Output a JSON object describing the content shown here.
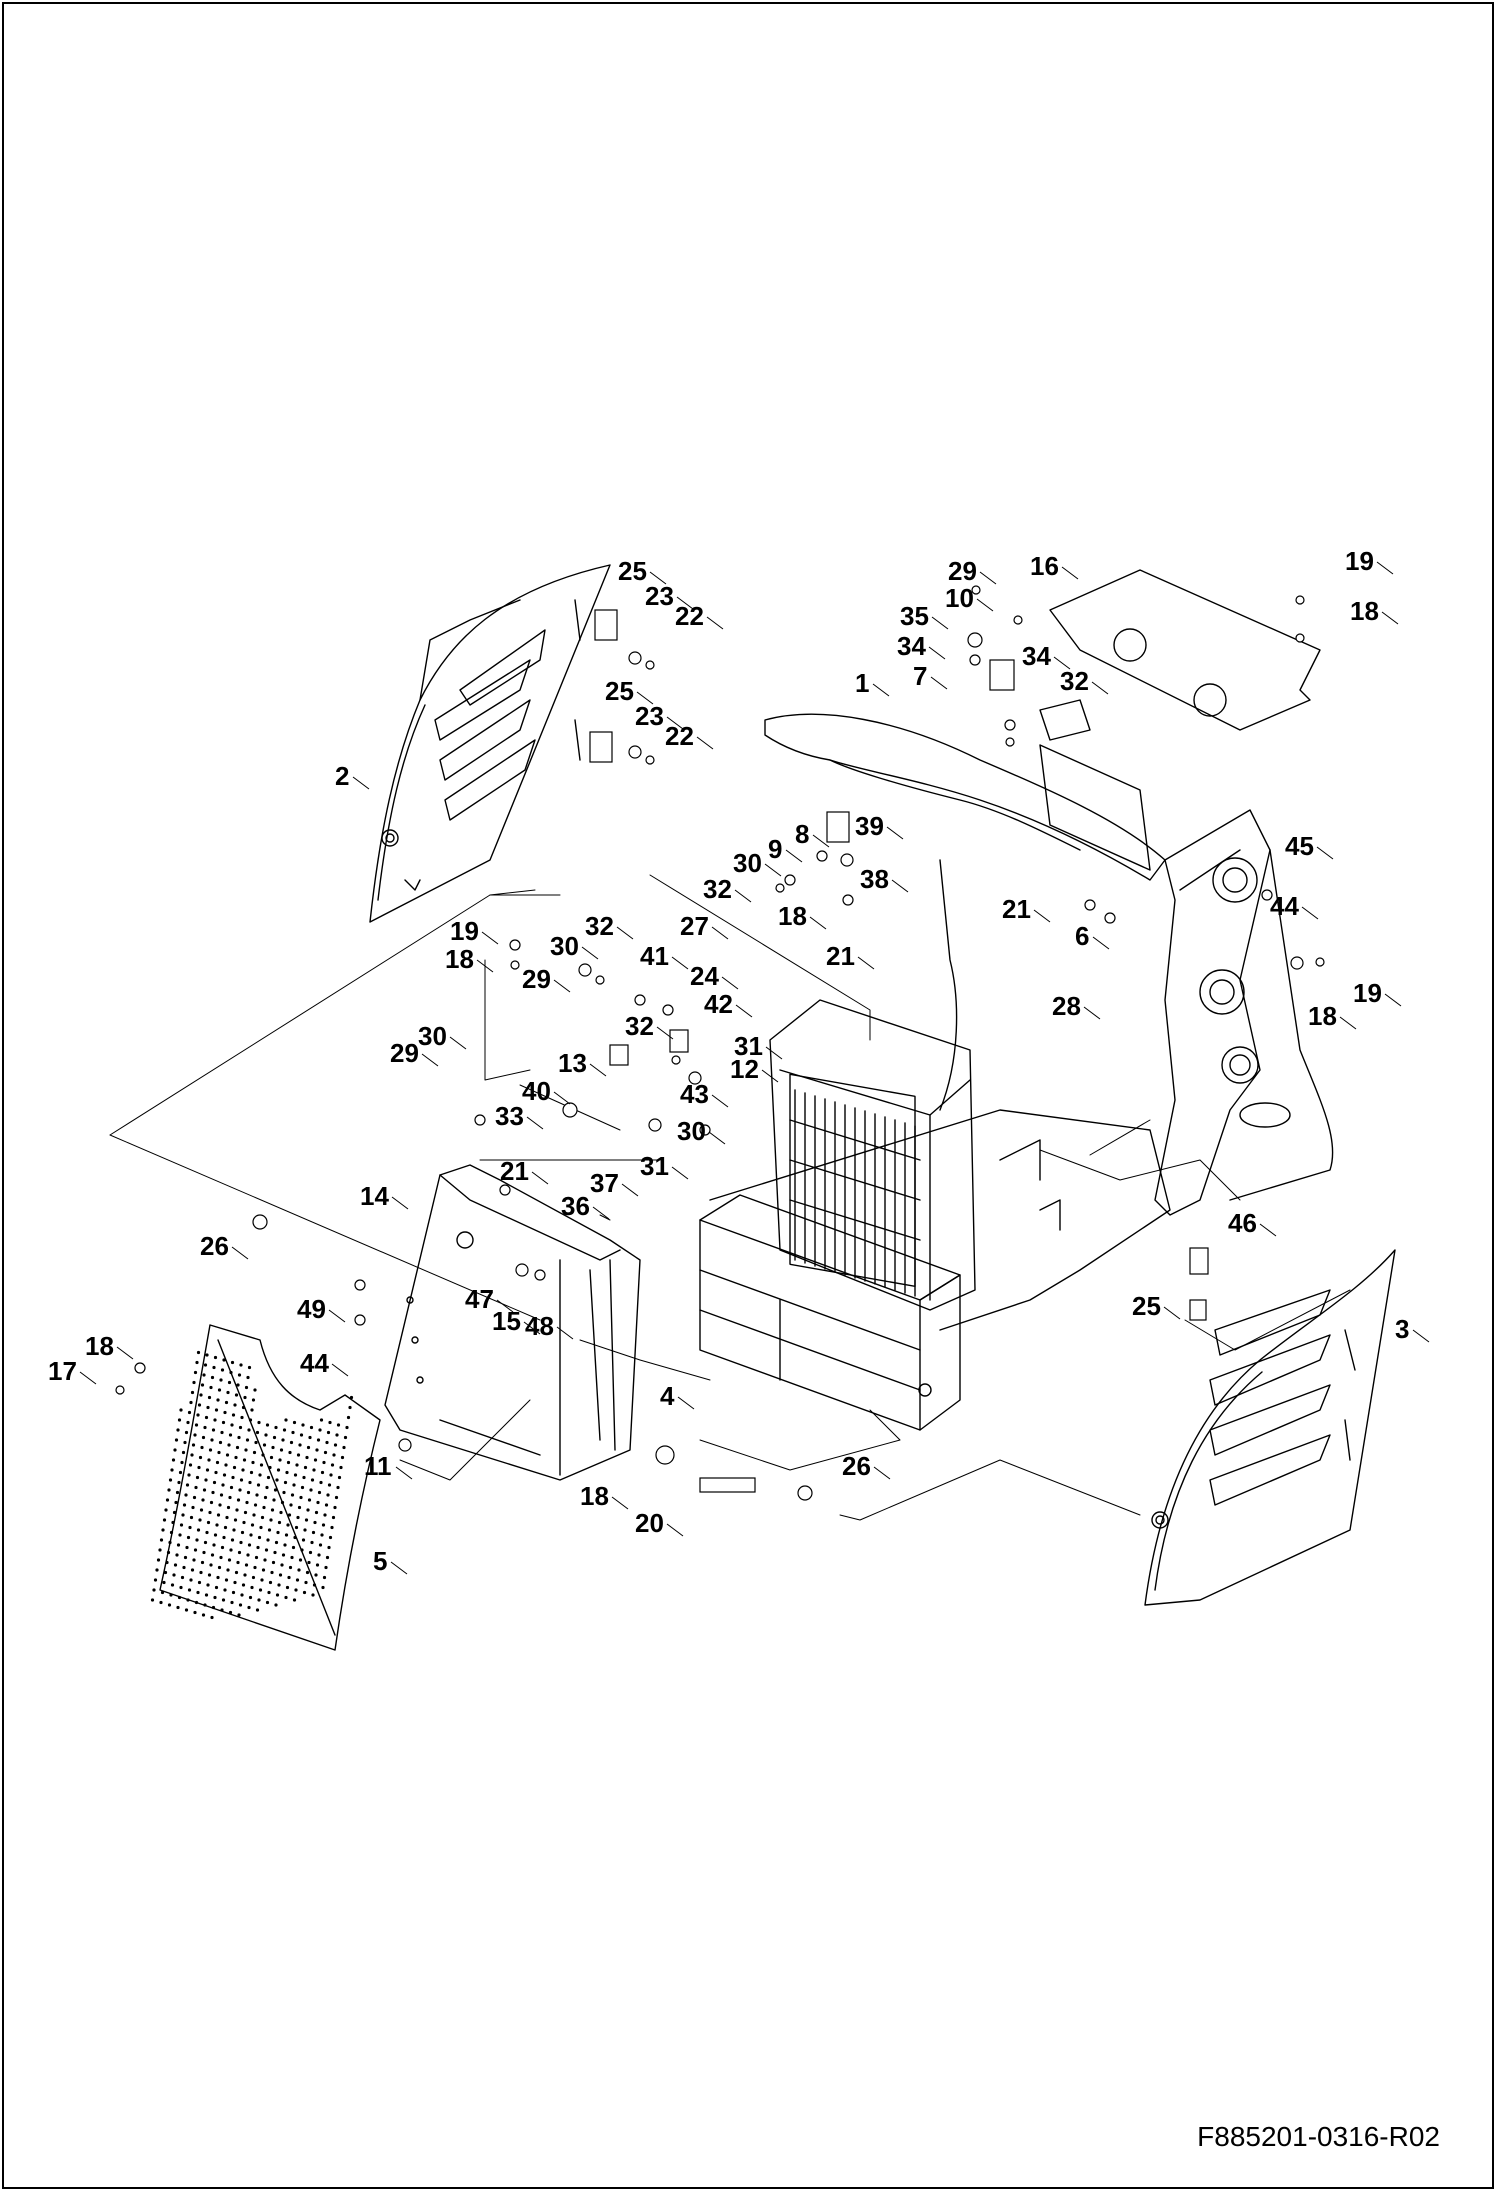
{
  "drawing": {
    "code": "F885201-0316-R02",
    "callouts": [
      "1",
      "2",
      "3",
      "4",
      "5",
      "6",
      "7",
      "8",
      "9",
      "10",
      "11",
      "12",
      "13",
      "14",
      "15",
      "16",
      "17",
      "18",
      "19",
      "20",
      "21",
      "22",
      "23",
      "24",
      "25",
      "26",
      "27",
      "28",
      "29",
      "30",
      "31",
      "32",
      "33",
      "34",
      "35",
      "36",
      "37",
      "38",
      "39",
      "40",
      "41",
      "42",
      "43",
      "44",
      "45",
      "46",
      "47",
      "48",
      "49"
    ],
    "colors": {
      "line": "#000000",
      "background": "#ffffff",
      "frame": "#000000"
    }
  }
}
